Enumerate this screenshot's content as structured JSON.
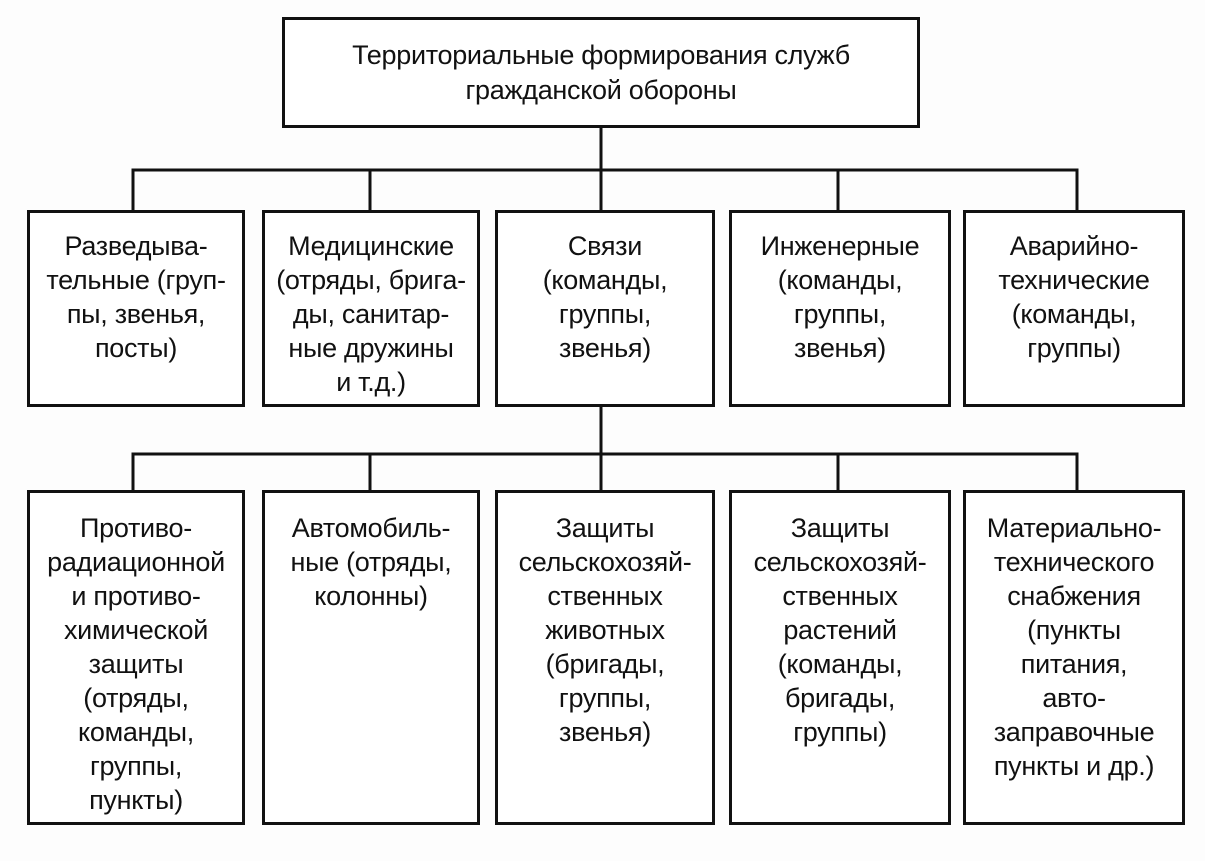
{
  "diagram": {
    "root": {
      "label": "Территориальные формирования служб\nгражданской обороны"
    },
    "row1": [
      {
        "label": "Разведыва-\nтельные (груп-\nпы, звенья,\nпосты)"
      },
      {
        "label": "Медицинские\n(отряды, брига-\nды, санитар-\nные дружины\nи т.д.)"
      },
      {
        "label": "Связи\n(команды,\nгруппы,\nзвенья)"
      },
      {
        "label": "Инженерные\n(команды,\nгруппы,\nзвенья)"
      },
      {
        "label": "Аварийно-\nтехнические\n(команды,\nгруппы)"
      }
    ],
    "row2": [
      {
        "label": "Противо-\nрадиационной\nи противо-\nхимической\nзащиты\n(отряды,\nкоманды,\nгруппы,\nпункты)"
      },
      {
        "label": "Автомобиль-\nные (отряды,\nколонны)"
      },
      {
        "label": "Защиты\nсельскохозяй-\nственных\nживотных\n(бригады,\nгруппы,\nзвенья)"
      },
      {
        "label": "Защиты\nсельскохозяй-\nственных\nрастений\n(команды,\nбригады,\nгруппы)"
      },
      {
        "label": "Материально-\nтехнического\nснабжения\n(пункты\nпитания,\nавто-\nзаправочные\nпункты и др.)"
      }
    ]
  }
}
